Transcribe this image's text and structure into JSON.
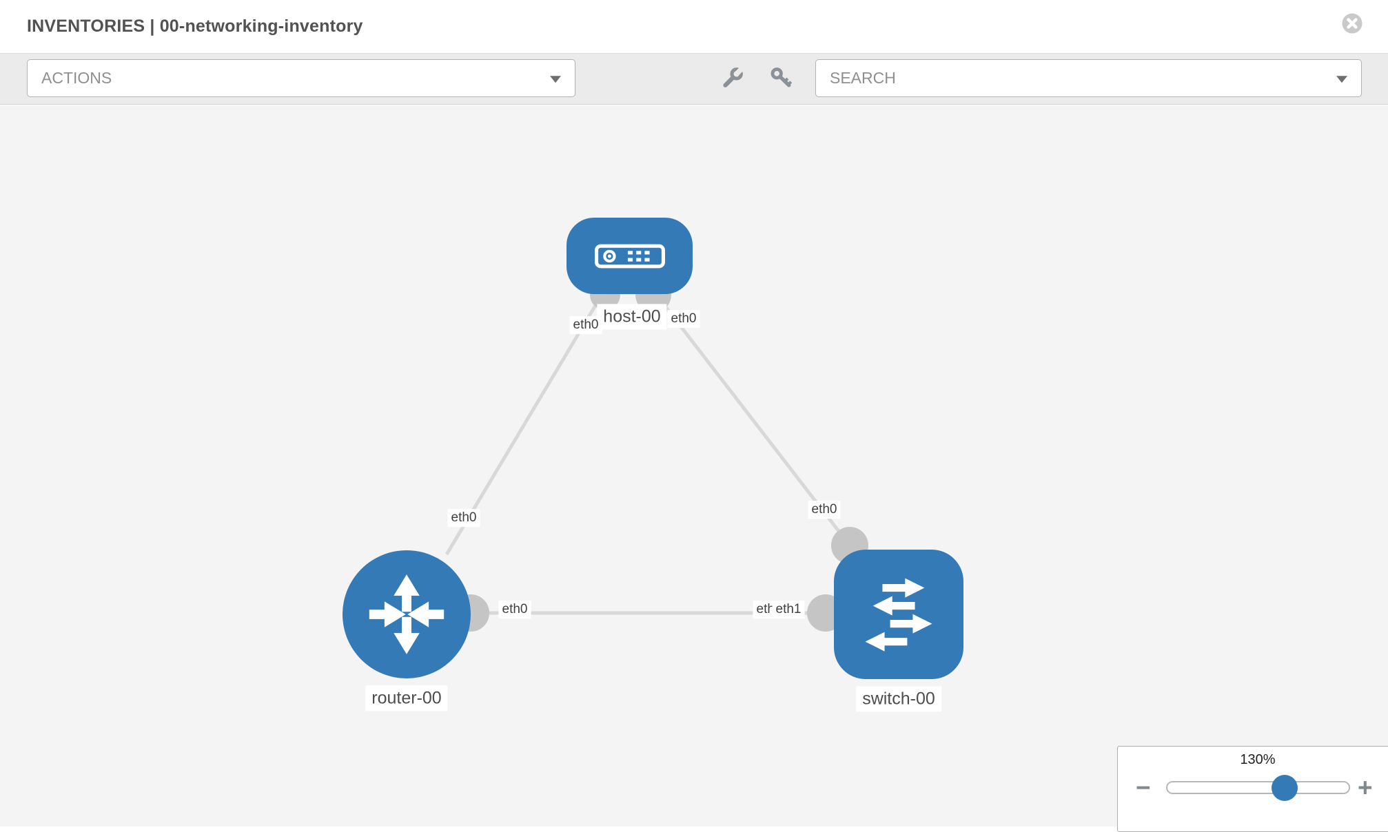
{
  "header": {
    "title": "INVENTORIES | 00-networking-inventory"
  },
  "toolbar": {
    "actions_label": "ACTIONS",
    "search_label": "SEARCH",
    "icons": [
      "wrench-icon",
      "key-icon"
    ]
  },
  "topology": {
    "nodes": {
      "host": {
        "label": "host-00",
        "type": "host"
      },
      "router": {
        "label": "router-00",
        "type": "router"
      },
      "switch": {
        "label": "switch-00",
        "type": "switch"
      }
    },
    "interfaces": {
      "host_to_router": "eth0",
      "host_to_switch": "eth0",
      "router_to_host": "eth0",
      "router_to_switch": "eth0",
      "switch_to_host": "eth0",
      "switch_to_router_a": "eth0",
      "switch_to_router_b": "eth1"
    },
    "links": [
      {
        "from": "host-00",
        "from_if": "eth0",
        "to": "router-00",
        "to_if": "eth0"
      },
      {
        "from": "host-00",
        "from_if": "eth0",
        "to": "switch-00",
        "to_if": "eth0"
      },
      {
        "from": "router-00",
        "from_if": "eth0",
        "to": "switch-00",
        "to_if": "eth1"
      }
    ]
  },
  "zoom_control": {
    "value": "130%",
    "minus_label": "−",
    "plus_label": "+"
  },
  "colors": {
    "node_blue": "#337ab7",
    "link_gray": "#d8d8d8",
    "port_gray": "#c5c5c5",
    "toolbar_bg": "#ebebeb",
    "canvas_bg": "#f4f4f4"
  }
}
